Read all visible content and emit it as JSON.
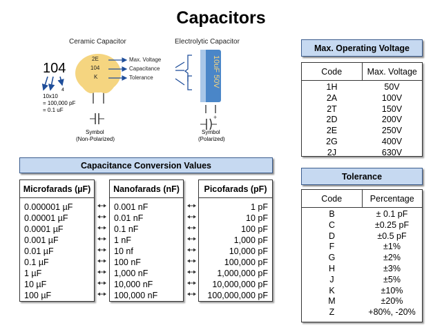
{
  "title": "Capacitors",
  "ceramic": {
    "label": "Ceramic Capacitor",
    "body_lines": [
      "2E",
      "104",
      "K"
    ],
    "arrow_labels": [
      "Max. Voltage",
      "Capacitance",
      "Tolerance"
    ],
    "big_code": "104",
    "exp_base": "10x10",
    "exp_power": "4",
    "eq1": "= 100,000 pF",
    "eq2": "= 0.1 uF",
    "symbol_label": "Symbol",
    "symbol_sub": "(Non-Polarized)"
  },
  "electrolytic": {
    "label": "Electrolytic Capacitor",
    "body_text": "10 uF 50V",
    "symbol_label": "Symbol",
    "symbol_sub": "(Polarized)"
  },
  "voltage": {
    "header": "Max. Operating Voltage",
    "col_code": "Code",
    "col_value": "Max. Voltage",
    "rows": [
      {
        "code": "1H",
        "value": "50V"
      },
      {
        "code": "2A",
        "value": "100V"
      },
      {
        "code": "2T",
        "value": "150V"
      },
      {
        "code": "2D",
        "value": "200V"
      },
      {
        "code": "2E",
        "value": "250V"
      },
      {
        "code": "2G",
        "value": "400V"
      },
      {
        "code": "2J",
        "value": "630V"
      }
    ]
  },
  "tolerance": {
    "header": "Tolerance",
    "col_code": "Code",
    "col_value": "Percentage",
    "rows": [
      {
        "code": "B",
        "value": "± 0.1 pF"
      },
      {
        "code": "C",
        "value": "±0.25 pF"
      },
      {
        "code": "D",
        "value": "±0.5 pF"
      },
      {
        "code": "F",
        "value": "±1%"
      },
      {
        "code": "G",
        "value": "±2%"
      },
      {
        "code": "H",
        "value": "±3%"
      },
      {
        "code": "J",
        "value": "±5%"
      },
      {
        "code": "K",
        "value": "±10%"
      },
      {
        "code": "M",
        "value": "±20%"
      },
      {
        "code": "Z",
        "value": "+80%, -20%"
      }
    ]
  },
  "conversion": {
    "header": "Capacitance Conversion Values",
    "columns": [
      {
        "title": "Microfarads (µF)",
        "values": [
          "0.000001 µF",
          "0.00001 µF",
          "0.0001 µF",
          "0.001 µF",
          "0.01 µF",
          "0.1 µF",
          "1 µF",
          "10 µF",
          "100 µF"
        ]
      },
      {
        "title": "Nanofarads (nF)",
        "values": [
          "0.001 nF",
          "0.01 nF",
          "0.1 nF",
          "1 nF",
          "10 nf",
          "100 nF",
          "1,000 nF",
          "10,000 nF",
          "100,000 nF"
        ]
      },
      {
        "title": "Picofarads (pF)",
        "values": [
          "1 pF",
          "10 pF",
          "100 pF",
          "1,000 pF",
          "10,000 pF",
          "100,000 pF",
          "1,000,000 pF",
          "10,000,000 pF",
          "100,000,000 pF"
        ]
      }
    ]
  },
  "colors": {
    "header_fill": "#c6d9f1",
    "ceramic_fill": "#f5d580",
    "electrolytic_fill": "#4a86c8",
    "arrow": "#1f4e9a"
  }
}
